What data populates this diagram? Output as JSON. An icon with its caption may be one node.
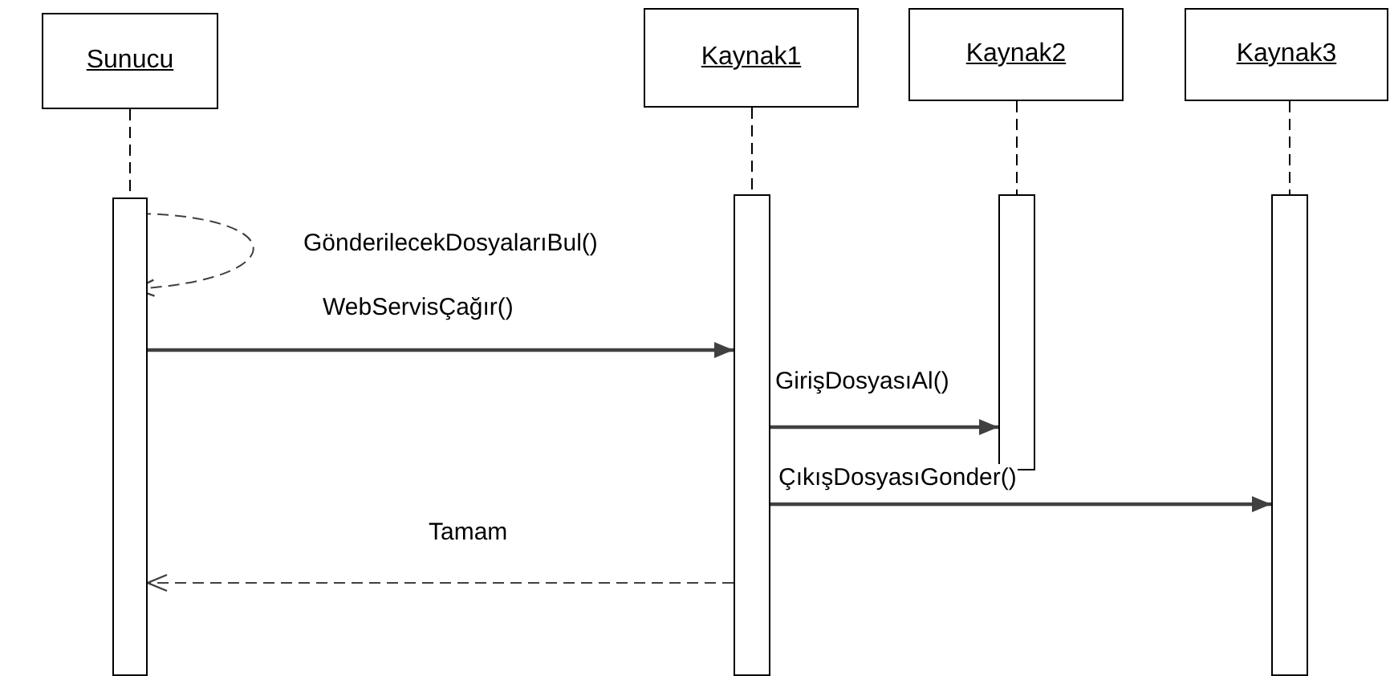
{
  "diagram": {
    "nodes": [
      {
        "text": [
          "Sunucu"
        ]
      },
      {
        "text": [
          "Kaynak1"
        ]
      },
      {
        "text": [
          "Kaynak2"
        ]
      },
      {
        "text": [
          "Kaynak3"
        ]
      },
      {
        "text": [],
        "shape": "bar"
      },
      {
        "text": [],
        "shape": "bar"
      },
      {
        "text": [],
        "shape": "bar"
      },
      {
        "text": [],
        "shape": "bar"
      }
    ],
    "edges": [
      {
        "from": 0,
        "to": 4,
        "arrow": "none",
        "style": "dashed"
      },
      {
        "from": 1,
        "to": 5,
        "arrow": "none",
        "style": "dashed"
      },
      {
        "from": 2,
        "to": 6,
        "arrow": "none",
        "style": "dashed"
      },
      {
        "from": 3,
        "to": 7,
        "arrow": "none",
        "style": "dashed"
      },
      {
        "from": 4,
        "to": 4,
        "arrow": "to",
        "style": "dashed",
        "label": "GönderilecekDosyalarıBul()"
      },
      {
        "from": 4,
        "to": 5,
        "arrow": "to",
        "label": "WebServisÇağır()"
      },
      {
        "from": 5,
        "to": 6,
        "arrow": "to",
        "label": "GirişDosyasıAl()"
      },
      {
        "from": 5,
        "to": 7,
        "arrow": "to",
        "label": "ÇıkışDosyasıGonder()"
      },
      {
        "from": 5,
        "to": 4,
        "arrow": "to",
        "style": "dashed",
        "label": "Tamam"
      }
    ]
  }
}
